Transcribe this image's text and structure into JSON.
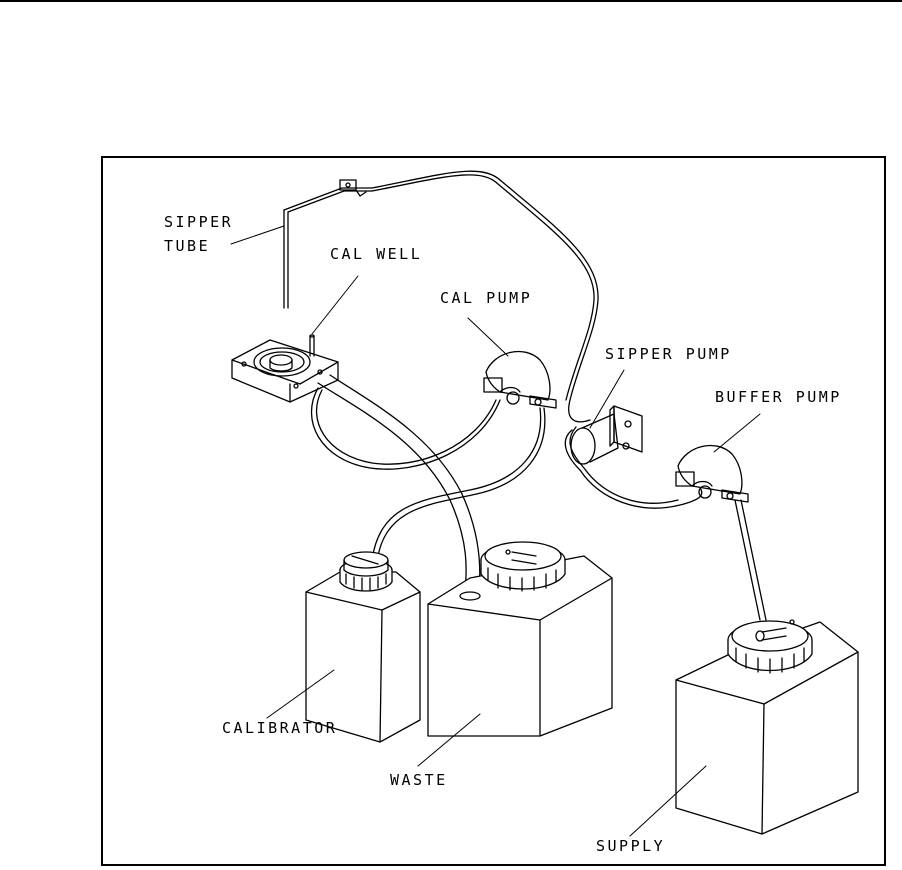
{
  "diagram": {
    "labels": {
      "sipper_tube_line1": "SIPPER",
      "sipper_tube_line2": "TUBE",
      "cal_well": "CAL WELL",
      "cal_pump": "CAL PUMP",
      "sipper_pump": "SIPPER PUMP",
      "buffer_pump": "BUFFER PUMP",
      "calibrator": "CALIBRATOR",
      "waste": "WASTE",
      "supply": "SUPPLY"
    }
  }
}
